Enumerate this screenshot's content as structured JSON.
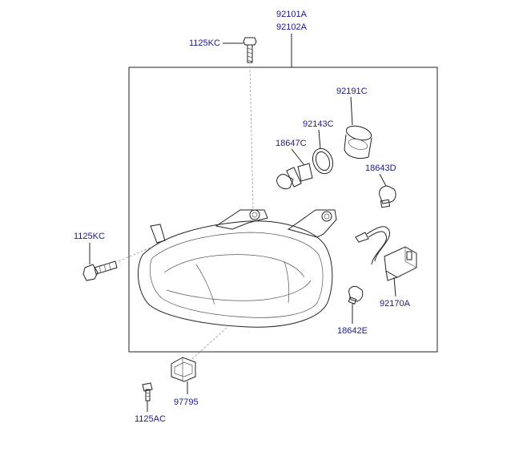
{
  "diagram": {
    "labels": {
      "headlamp_assy_lh": "92101A",
      "headlamp_assy_rh": "92102A",
      "bolt_top": "1125KC",
      "bolt_side": "1125KC",
      "bolt_bottom": "1125AC",
      "dust_cap": "92191C",
      "ring": "92143C",
      "bulb_headlamp": "18647C",
      "bulb_turn": "18643D",
      "socket_wiring": "92170A",
      "bulb_position": "18642E",
      "bracket": "97795"
    }
  }
}
